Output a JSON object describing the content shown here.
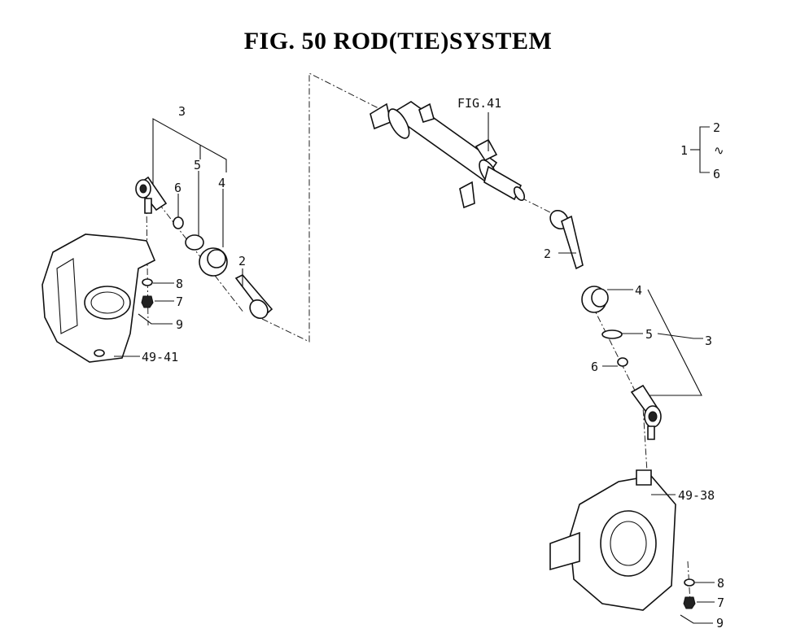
{
  "title": "FIG. 50  ROD(TIE)SYSTEM",
  "ref_fig": "FIG.41",
  "range_legend": {
    "main": "1",
    "from": "2",
    "sep": "∿",
    "to": "6"
  },
  "left_callouts": {
    "p3": "3",
    "p5": "5",
    "p4": "4",
    "p6": "6",
    "p2": "2",
    "p8": "8",
    "p7": "7",
    "p9": "9",
    "ref": "49-41"
  },
  "right_callouts": {
    "p2": "2",
    "p4": "4",
    "p5": "5",
    "p3": "3",
    "p6": "6",
    "ref": "49-38",
    "p8": "8",
    "p7": "7",
    "p9": "9"
  }
}
